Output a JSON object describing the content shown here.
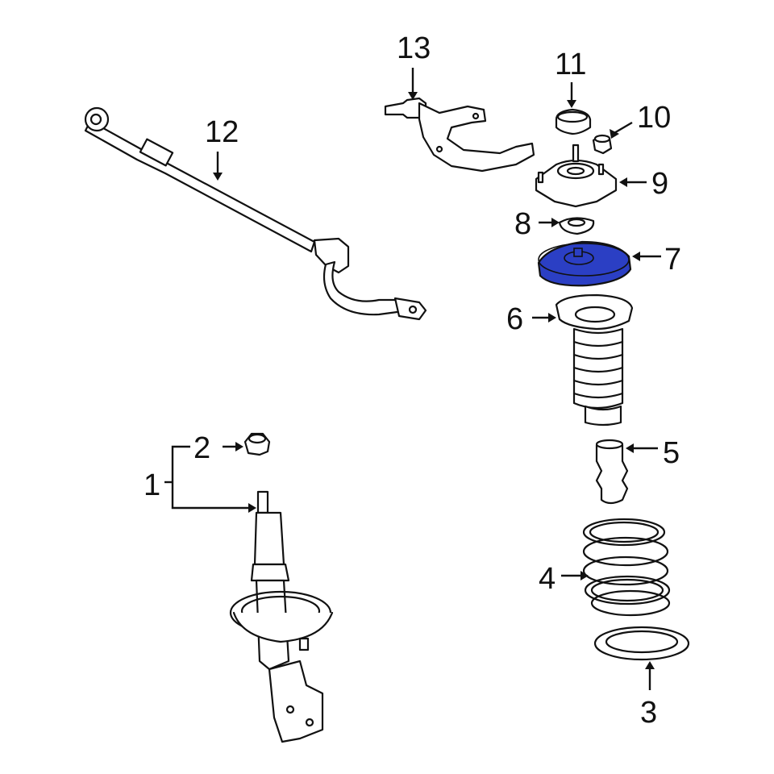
{
  "diagram": {
    "highlight_color": "#2b3fc4",
    "line_color": "#111111",
    "background": "#ffffff",
    "callouts": [
      {
        "id": "1",
        "text": "1"
      },
      {
        "id": "2",
        "text": "2"
      },
      {
        "id": "3",
        "text": "3"
      },
      {
        "id": "4",
        "text": "4"
      },
      {
        "id": "5",
        "text": "5"
      },
      {
        "id": "6",
        "text": "6"
      },
      {
        "id": "7",
        "text": "7"
      },
      {
        "id": "8",
        "text": "8"
      },
      {
        "id": "9",
        "text": "9"
      },
      {
        "id": "10",
        "text": "10"
      },
      {
        "id": "11",
        "text": "11"
      },
      {
        "id": "12",
        "text": "12"
      },
      {
        "id": "13",
        "text": "13"
      }
    ],
    "highlighted_part": "7"
  }
}
